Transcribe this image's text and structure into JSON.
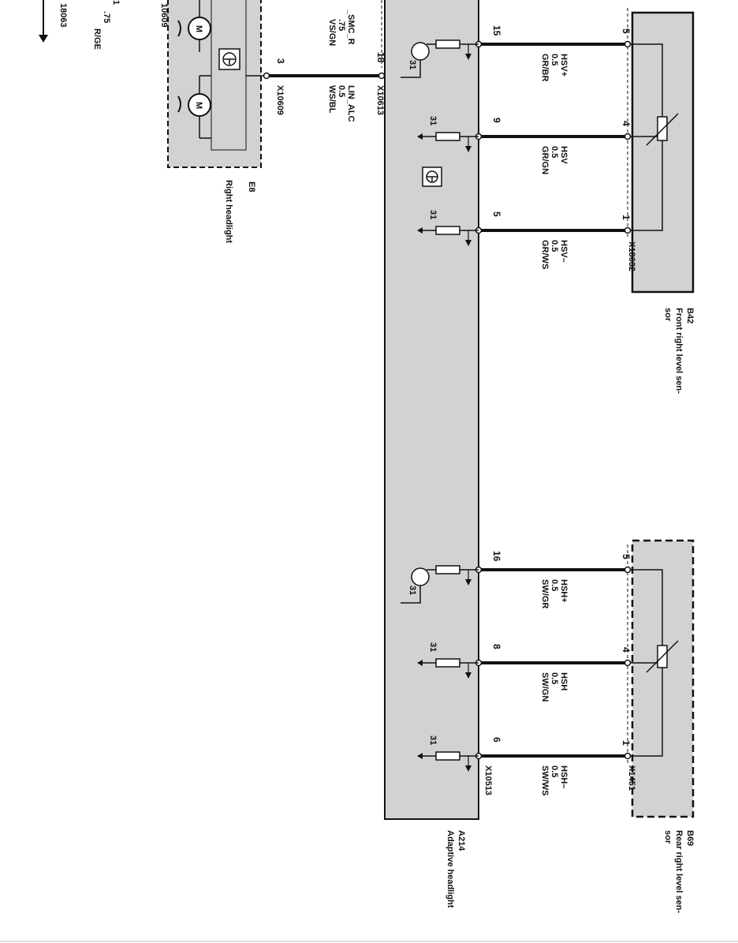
{
  "colors": {
    "box_fill": "#d2d2d2",
    "wire": "#111111",
    "background": "#ffffff"
  },
  "top_left": {
    "ref_number": "18063",
    "wire_size": ".75",
    "wire_color": "R/GE",
    "pin": "1",
    "connector": "10609",
    "signal": "_SMC_R",
    "signal_size": ".75",
    "signal_color": "VS/GN"
  },
  "headlight_e8": {
    "id": "E8",
    "name": "Right headlight",
    "pin": "3",
    "connector": "X10609",
    "motor_symbol": "M"
  },
  "lin_wire": {
    "pin": "18",
    "connector": "X10613",
    "signal": "LIN_ALC",
    "size": "0.5",
    "color": "WS/BL"
  },
  "module_a214": {
    "id": "A214",
    "name": "Adaptive headlight",
    "connector_bottom": "X10513"
  },
  "sensor_front": {
    "id": "B42",
    "name_line1": "Front right level sen-",
    "name_line2": "sor",
    "connector": "X18032",
    "wires": [
      {
        "module_pin": "15",
        "signal": "HSV+",
        "size": "0.5",
        "color": "GR/BR",
        "sensor_pin": "5"
      },
      {
        "module_pin": "9",
        "signal": "HSV",
        "size": "0.5",
        "color": "GR/GN",
        "sensor_pin": "4"
      },
      {
        "module_pin": "5",
        "signal": "HSV–",
        "size": "0.5",
        "color": "GR/WS",
        "sensor_pin": "1"
      }
    ]
  },
  "sensor_rear": {
    "id": "B69",
    "name_line1": "Rear right level sen-",
    "name_line2": "sor",
    "connector": "X1451",
    "wires": [
      {
        "module_pin": "16",
        "signal": "HSH+",
        "size": "0.5",
        "color": "SW/GR",
        "sensor_pin": "5"
      },
      {
        "module_pin": "8",
        "signal": "HSH",
        "size": "0.5",
        "color": "SW/GN",
        "sensor_pin": "4"
      },
      {
        "module_pin": "6",
        "signal": "HSH–",
        "size": "0.5",
        "color": "SW/WS",
        "sensor_pin": "1"
      }
    ]
  },
  "ground_label": "31"
}
